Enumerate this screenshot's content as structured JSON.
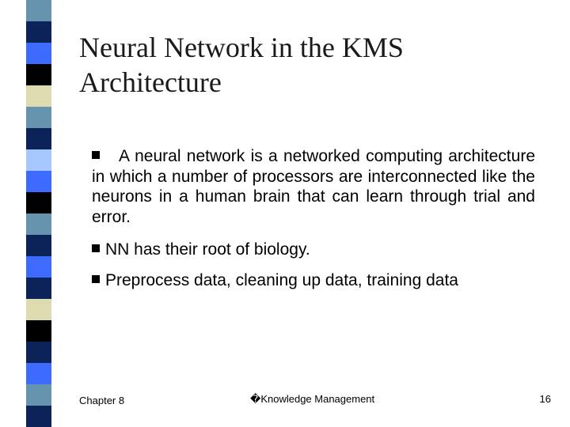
{
  "slide": {
    "title_lines": [
      "Neural Network in the KMS",
      "Architecture"
    ],
    "bullets": [
      "A neural network is a networked computing architecture in which a number of processors are interconnected like the neurons in a human brain that can learn through trial and error.",
      "NN has their root of biology.",
      "Preprocess data, cleaning up data, training data"
    ],
    "footer": {
      "chapter": "Chapter 8",
      "course": "�Knowledge Management",
      "page_number": "16"
    }
  },
  "theme": {
    "stripe_colors": [
      "#6693ad",
      "#0c2359",
      "#3d6bff",
      "#000000",
      "#dedbb0",
      "#6693ad",
      "#0c2359",
      "#a6c8ff",
      "#3d6bff",
      "#000000",
      "#6693ad",
      "#0c2359",
      "#3d6bff",
      "#0c2359",
      "#dedbb0",
      "#000000",
      "#0c2359",
      "#3d6bff",
      "#6693ad",
      "#0c2359"
    ]
  }
}
